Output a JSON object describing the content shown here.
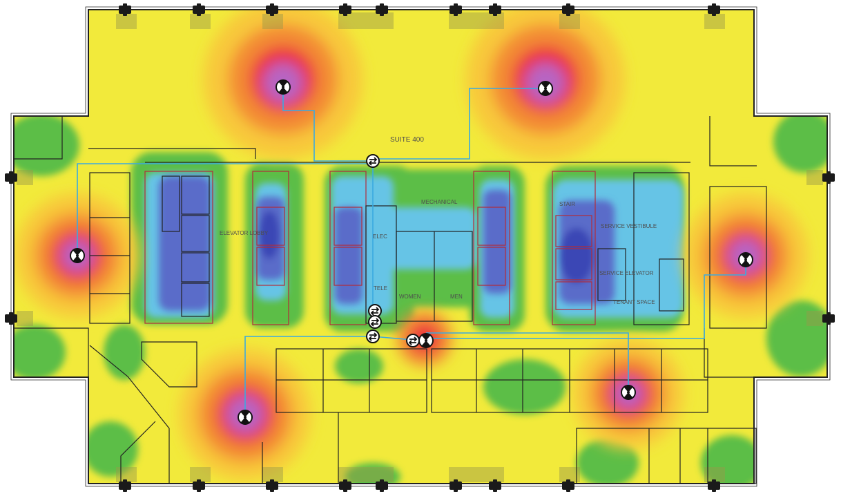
{
  "labels": {
    "suite": "SUITE 400",
    "mechanical": "MECHANICAL",
    "elevator_lobby": "ELEVATOR LOBBY",
    "elec": "ELEC",
    "tele": "TELE",
    "women": "WOMEN",
    "men": "MEN",
    "stair": "STAIR",
    "service_vestibule": "SERVICE VESTIBULE",
    "service_elevator": "SERVICE ELEVATOR",
    "tenant_space": "TENANT SPACE"
  },
  "colors": {
    "background": "#ffffff",
    "heat_yellow": "#f2ea3b",
    "heat_amber": "#f8c83a",
    "heat_orange": "#f38b35",
    "heat_red": "#ec2c3c",
    "heat_magenta": "#ea2e86",
    "heat_purple": "#b765c3",
    "heat_green": "#5cbe46",
    "heat_cyan": "#66c4e6",
    "heat_blue": "#5a6cc9",
    "heat_navy": "#3a47b5",
    "walls": "#222222",
    "core_outline": "#b22c3a",
    "cable": "#3aaae0",
    "column": "#1a1a1a"
  },
  "icons": {
    "access_point": "access-point-icon",
    "network_switch": "network-switch-icon",
    "building_column": "building-column-icon"
  }
}
